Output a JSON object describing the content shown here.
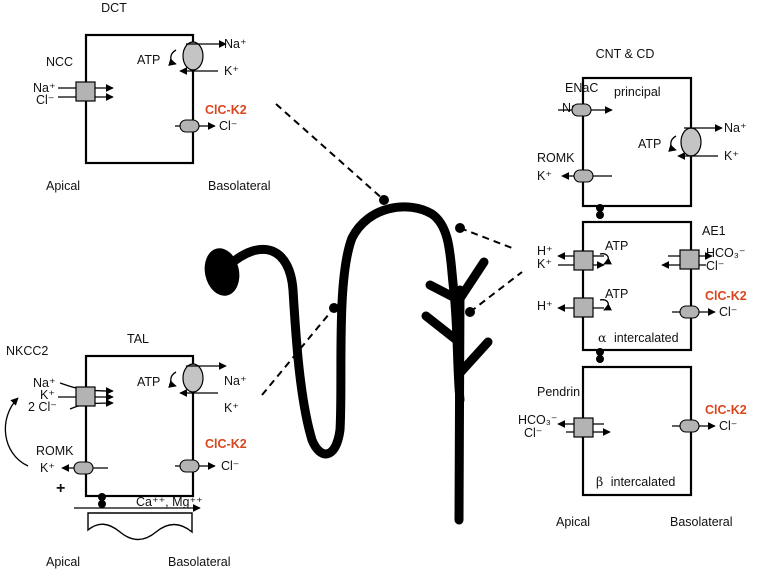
{
  "dct": {
    "title": "DCT",
    "transporter": "NCC",
    "na": "Na⁺",
    "cl": "Cl⁻",
    "atp": "ATP",
    "pump_na": "Na⁺",
    "pump_k": "K⁺",
    "clc_label": "ClC-K2",
    "clc_cl": "Cl⁻",
    "apical": "Apical",
    "basolateral": "Basolateral"
  },
  "tal": {
    "title": "TAL",
    "transporter": "NKCC2",
    "na": "Na⁺",
    "k": "K⁺",
    "cl2": "2 Cl⁻",
    "romk": "ROMK",
    "romk_k": "K⁺",
    "plus": "+",
    "atp": "ATP",
    "pump_na": "Na⁺",
    "pump_k": "K⁺",
    "clc_label": "ClC-K2",
    "clc_cl": "Cl⁻",
    "paracellular": "Ca⁺⁺, Mg⁺⁺",
    "apical": "Apical",
    "basolateral": "Basolateral"
  },
  "cnt": {
    "title": "CNT & CD",
    "principal": {
      "label": "principal",
      "enac": "ENaC",
      "enac_na": "Na⁺",
      "romk": "ROMK",
      "romk_k": "K⁺",
      "atp": "ATP",
      "pump_na": "Na⁺",
      "pump_k": "K⁺"
    },
    "alpha": {
      "label_greek": "α",
      "label": "intercalated",
      "h1": "H⁺",
      "k1": "K⁺",
      "atp1": "ATP",
      "h2": "H⁺",
      "atp2": "ATP",
      "ae1": "AE1",
      "hco3": "HCO₃⁻",
      "cl": "Cl⁻",
      "clc_label": "ClC-K2",
      "clc_cl": "Cl⁻"
    },
    "beta": {
      "label_greek": "β",
      "label": "intercalated",
      "pendrin": "Pendrin",
      "hco3": "HCO₃⁻",
      "cl": "Cl⁻",
      "clc_label": "ClC-K2",
      "clc_cl": "Cl⁻"
    },
    "apical": "Apical",
    "basolateral": "Basolateral"
  },
  "colors": {
    "clc_accent": "#d9461e",
    "transporter_fill": "#b3b3b3",
    "pump_fill": "#c4c4c4"
  }
}
